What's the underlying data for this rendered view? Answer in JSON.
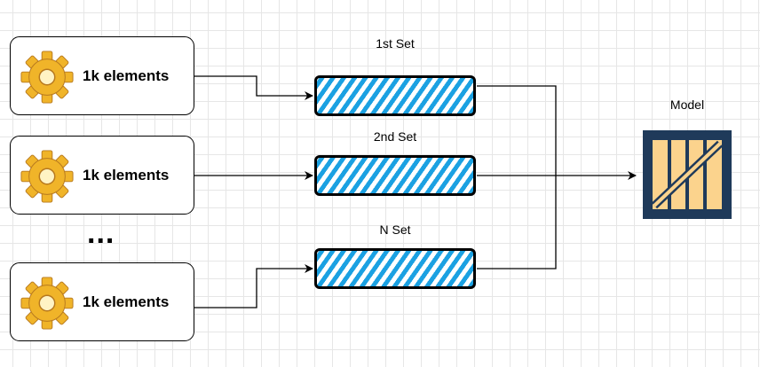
{
  "sources": [
    {
      "label": "1k elements",
      "icon": "gear-icon"
    },
    {
      "label": "1k elements",
      "icon": "gear-icon"
    },
    {
      "label": "1k elements",
      "icon": "gear-icon"
    }
  ],
  "ellipsis": "...",
  "sets": [
    {
      "label": "1st Set"
    },
    {
      "label": "2nd Set"
    },
    {
      "label": "N Set"
    }
  ],
  "model": {
    "label": "Model",
    "icon": "crate-icon"
  },
  "colors": {
    "stripe": "#1ba1e2",
    "gear": "#f0b429",
    "crate_fill": "#fbd38d",
    "crate_frame": "#1f3a5a"
  }
}
